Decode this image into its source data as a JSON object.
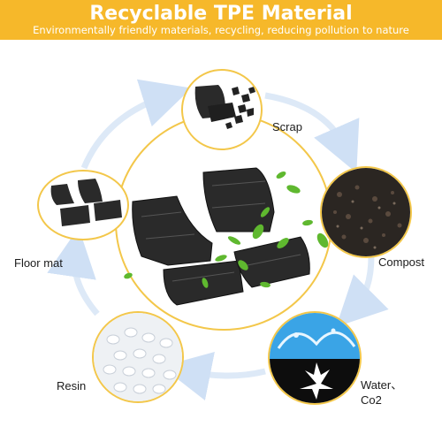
{
  "header": {
    "title": "Recyclable TPE Material",
    "subtitle": "Environmentally friendly materials, recycling, reducing pollution to nature"
  },
  "cycle": {
    "steps": [
      {
        "icon": "scrap-pieces-icon",
        "label": "Scrap"
      },
      {
        "icon": "compost-granules-icon",
        "label": "Compost"
      },
      {
        "icon": "water-splash-icon",
        "label": "Water、\nCo2"
      },
      {
        "icon": "resin-pellets-icon",
        "label": "Resin"
      },
      {
        "icon": "floor-mat-set-icon",
        "label": "Floor mat"
      }
    ]
  },
  "colors": {
    "banner": "#f6b82a",
    "ring": "#f3c74a",
    "arrow": "#dde9f7",
    "leaf": "#5fb82f",
    "mat": "#2a2a2a"
  }
}
